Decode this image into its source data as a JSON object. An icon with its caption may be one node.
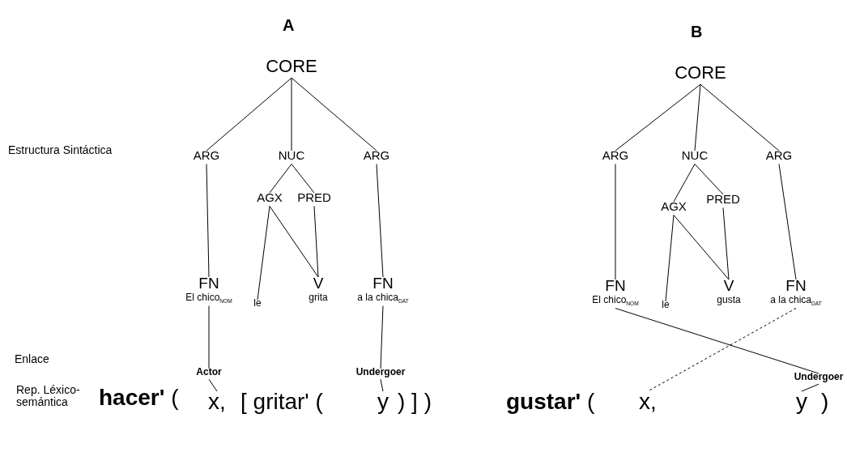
{
  "diagram": {
    "nodes": [
      {
        "text": [
          "CORE"
        ]
      },
      {
        "text": [
          "ARG"
        ]
      },
      {
        "text": [
          "NUC"
        ]
      },
      {
        "text": [
          "ARG"
        ]
      },
      {
        "text": [
          "AGX"
        ]
      },
      {
        "text": [
          "PRED"
        ]
      },
      {
        "text": [
          "FN",
          "El chico$_{NOM}$"
        ]
      },
      {
        "text": [
          "le"
        ]
      },
      {
        "text": [
          "V",
          "grita"
        ]
      },
      {
        "text": [
          "FN",
          "a la chica$_{DAT}$"
        ]
      },
      {
        "text": [
          "Actor"
        ]
      },
      {
        "text": [
          "Undergoer"
        ]
      },
      {
        "text": [
          "x,"
        ]
      },
      {
        "text": [
          "y"
        ]
      },
      {
        "text": [
          "CORE"
        ]
      },
      {
        "text": [
          "ARG"
        ]
      },
      {
        "text": [
          "NUC"
        ]
      },
      {
        "text": [
          "ARG"
        ]
      },
      {
        "text": [
          "AGX"
        ]
      },
      {
        "text": [
          "PRED"
        ]
      },
      {
        "text": [
          "FN",
          "El chico$_{NOM}$"
        ]
      },
      {
        "text": [
          "le"
        ]
      },
      {
        "text": [
          "V",
          "gusta"
        ]
      },
      {
        "text": [
          "FN",
          "a la chica$_{DAT}$"
        ]
      },
      {
        "text": [
          "Undergoer"
        ]
      },
      {
        "text": [
          "x,"
        ]
      },
      {
        "text": [
          "y"
        ]
      }
    ],
    "edges": [
      {
        "from": 0,
        "to": 1,
        "arrow": "none"
      },
      {
        "from": 0,
        "to": 2,
        "arrow": "none"
      },
      {
        "from": 0,
        "to": 3,
        "arrow": "none"
      },
      {
        "from": 2,
        "to": 4,
        "arrow": "none"
      },
      {
        "from": 2,
        "to": 5,
        "arrow": "none"
      },
      {
        "from": 4,
        "to": 7,
        "arrow": "none"
      },
      {
        "from": 4,
        "to": 8,
        "arrow": "none"
      },
      {
        "from": 5,
        "to": 8,
        "arrow": "none"
      },
      {
        "from": 1,
        "to": 6,
        "arrow": "none"
      },
      {
        "from": 3,
        "to": 9,
        "arrow": "none"
      },
      {
        "from": 6,
        "to": 10,
        "arrow": "none"
      },
      {
        "from": 9,
        "to": 11,
        "arrow": "none"
      },
      {
        "from": 10,
        "to": 12,
        "arrow": "none"
      },
      {
        "from": 11,
        "to": 13,
        "arrow": "none"
      },
      {
        "from": 14,
        "to": 15,
        "arrow": "none"
      },
      {
        "from": 14,
        "to": 16,
        "arrow": "none"
      },
      {
        "from": 14,
        "to": 17,
        "arrow": "none"
      },
      {
        "from": 16,
        "to": 18,
        "arrow": "none"
      },
      {
        "from": 16,
        "to": 19,
        "arrow": "none"
      },
      {
        "from": 18,
        "to": 21,
        "arrow": "none"
      },
      {
        "from": 18,
        "to": 22,
        "arrow": "none"
      },
      {
        "from": 19,
        "to": 22,
        "arrow": "none"
      },
      {
        "from": 15,
        "to": 20,
        "arrow": "none"
      },
      {
        "from": 17,
        "to": 23,
        "arrow": "none"
      },
      {
        "from": 20,
        "to": 24,
        "arrow": "none"
      },
      {
        "from": 24,
        "to": 26,
        "arrow": "none"
      },
      {
        "from": 23,
        "to": 25,
        "arrow": "none",
        "style": "dashed"
      }
    ],
    "labels": [
      "A",
      "B",
      "Estructura Sintáctica",
      "Enlace",
      "Rep. Léxico-semántica",
      "**hacer'** (",
      "[ gritar' (",
      ") ] )",
      "**gustar'** (",
      ")"
    ]
  }
}
